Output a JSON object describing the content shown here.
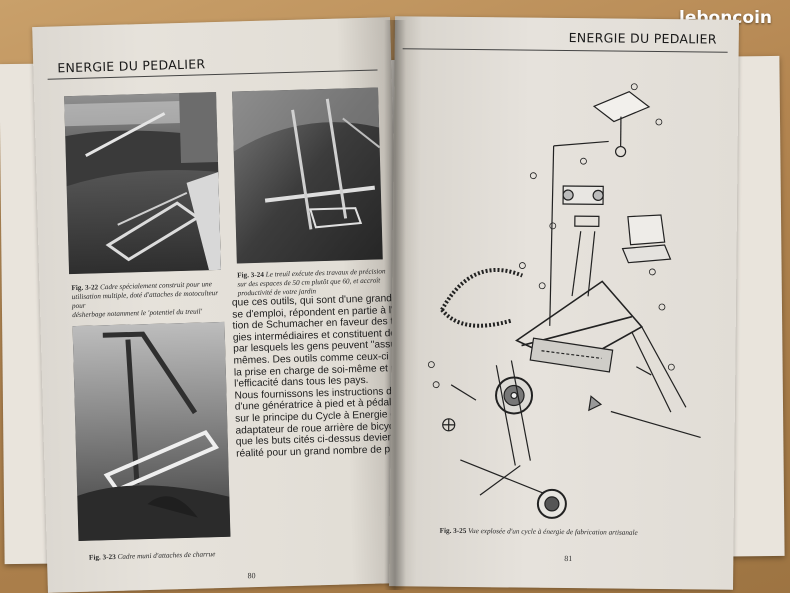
{
  "watermark": "leboncoin",
  "left_page": {
    "header": "ENERGIE DU PEDALIER",
    "page_number": "80",
    "fig_3_22": {
      "label": "Fig. 3-22",
      "caption_lines": [
        "Cadre spécialement construit pour une",
        "utilisation multiple, doté d'attaches de motoculteur pour",
        "désherbage notamment le 'potentiel du treuil'"
      ]
    },
    "fig_3_24": {
      "label": "Fig. 3-24",
      "caption_lines": [
        "Le treuil exécute des travaux de précision",
        "sur des espaces de 50 cm plutôt que 60, et accroît",
        "productivité de votre jardin"
      ]
    },
    "fig_3_23": {
      "label": "Fig. 3-23",
      "caption": "Cadre muni d'attaches de charrue"
    },
    "body_lines": [
      "que ces outils, qui sont d'une grande souplesse",
      "se d'emploi, répondent en partie à l'exhortation",
      "tion de Schumacher en faveur des technolo-",
      "gies intermédiaires et constituent des moyens",
      "par lesquels les gens peuvent \"assumer eux-",
      "mêmes. Des outils comme ceux-ci stimulent",
      "la prise en charge de soi-même et pourraient",
      "l'efficacité dans tous les pays.",
      "Nous fournissons les instructions de montage",
      "d'une génératrice à pied et à pédales fondées",
      "sur le principe du Cycle à Energie et du",
      "adaptateur de roue arrière de bicyclette, afin",
      "que les buts cités ci-dessus deviennent une",
      "réalité pour un grand nombre de personnes."
    ]
  },
  "right_page": {
    "header": "ENERGIE DU PEDALIER",
    "page_number": "81",
    "fig_3_25": {
      "label": "Fig. 3-25",
      "caption": "Vue explosée d'un cycle à énergie de fabrication artisanale"
    }
  }
}
